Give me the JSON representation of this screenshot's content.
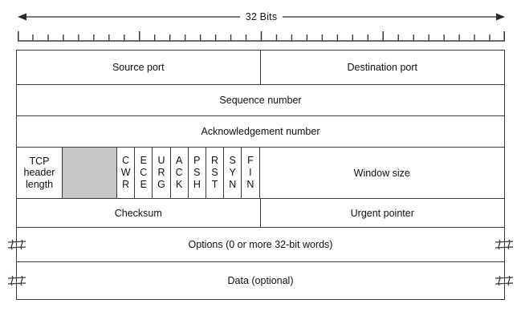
{
  "scale": {
    "label": "32 Bits",
    "bits": 32,
    "major_ticks": [
      0,
      8,
      16,
      24,
      32
    ],
    "tick_count": 32
  },
  "colors": {
    "border": "#3a3a3a",
    "text": "#111111",
    "reserved_fill": "#c6c6c6",
    "background": "#ffffff"
  },
  "header_fields": {
    "source_port": "Source port",
    "destination_port": "Destination port",
    "sequence_number": "Sequence number",
    "acknowledgement_number": "Acknowledgement number",
    "tcp_header_length": "TCP\nheader\nlength",
    "reserved": "",
    "window_size": "Window size",
    "checksum": "Checksum",
    "urgent_pointer": "Urgent pointer",
    "options": "Options (0 or more 32-bit words)",
    "data": "Data (optional)"
  },
  "flags": [
    {
      "name": "CWR",
      "stacked": "C\nW\nR"
    },
    {
      "name": "ECE",
      "stacked": "E\nC\nE"
    },
    {
      "name": "URG",
      "stacked": "U\nR\nG"
    },
    {
      "name": "ACK",
      "stacked": "A\nC\nK"
    },
    {
      "name": "PSH",
      "stacked": "P\nS\nH"
    },
    {
      "name": "RST",
      "stacked": "R\nS\nT"
    },
    {
      "name": "SYN",
      "stacked": "S\nY\nN"
    },
    {
      "name": "FIN",
      "stacked": "F\nI\nN"
    }
  ]
}
